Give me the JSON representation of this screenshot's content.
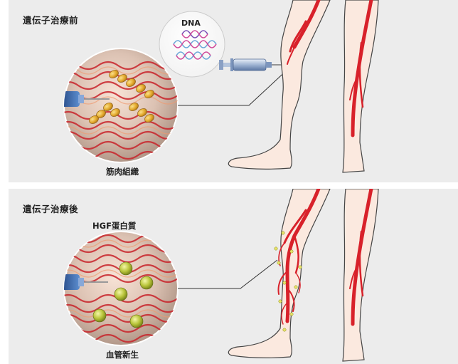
{
  "before": {
    "title": "遺伝子治療前",
    "circle_label": "筋肉組織",
    "bubble_label": "DNA"
  },
  "after": {
    "title": "遺伝子治療後",
    "circle_label": "血管新生",
    "protein_label": "HGF蛋白質"
  },
  "colors": {
    "panel_bg": "#ececec",
    "vessel": "#d8212a",
    "skin": "#fbe9df",
    "outline": "#333333",
    "cell": "#e3a62a",
    "protein": "#b8c43a",
    "needle": "#3a6db0"
  }
}
